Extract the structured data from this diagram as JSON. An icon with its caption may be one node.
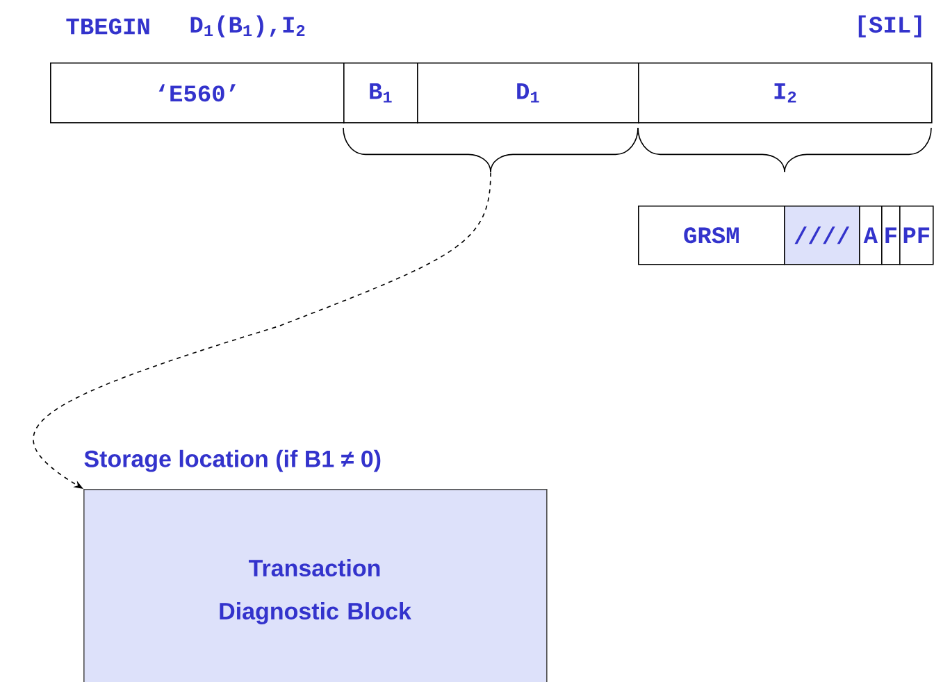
{
  "diagram": {
    "nodes": [
      {
        "text": [
          "‘E560’"
        ]
      },
      {
        "text": [
          "B$_{1}$"
        ]
      },
      {
        "text": [
          "D$_{1}$"
        ]
      },
      {
        "text": [
          "I$_{2}$"
        ]
      },
      {
        "text": [],
        "shape": "brace"
      },
      {
        "text": [],
        "shape": "brace"
      },
      {
        "text": [
          "GRSM"
        ]
      },
      {
        "text": [
          "////"
        ]
      },
      {
        "text": [
          "A"
        ]
      },
      {
        "text": [
          "F"
        ]
      },
      {
        "text": [
          "PF"
        ]
      },
      {
        "text": [
          "Storage location (if B1 ≠ 0)",
          "Transaction Diagnostic Block"
        ]
      }
    ],
    "edges": [
      {
        "from": 4,
        "to": 11,
        "arrow": "to",
        "style": "dashed"
      }
    ],
    "labels": [
      "TBEGIN",
      "D$_{1}$(B$_{1}$),I$_{2}$",
      "[SIL]"
    ]
  }
}
